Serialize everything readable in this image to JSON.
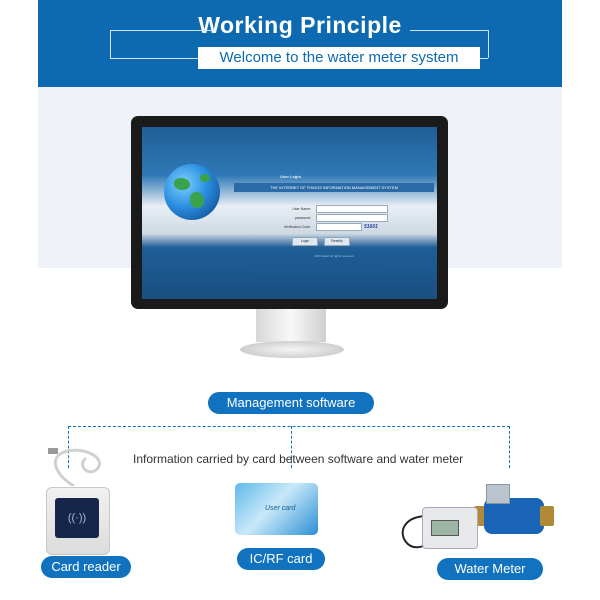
{
  "banner": {
    "title": "Working  Principle",
    "subtitle": "Welcome to the water meter system"
  },
  "screen": {
    "login_title": "User Login",
    "system_title": "THE INTERNET OF THINGS INFORMATION MANAGEMENT SYSTEM",
    "user_name_label": "User Name:",
    "password_label": "password:",
    "verification_label": "Verification Code:",
    "verification_code": "51601",
    "login_button": "Login",
    "reset_button": "Resetly",
    "footer": "2015 water all rights reserved"
  },
  "labels": {
    "software": "Management software",
    "info": "Information carried by card between software and water meter",
    "card_reader": "Card reader",
    "card": "IC/RF card",
    "water_meter": "Water Meter"
  },
  "card_text": "User card",
  "colors": {
    "brand_blue": "#0d6ab0",
    "pill_blue": "#1173bf",
    "soft_bg": "#eef2f8"
  },
  "icons": {
    "reader": "contactless-icon"
  }
}
